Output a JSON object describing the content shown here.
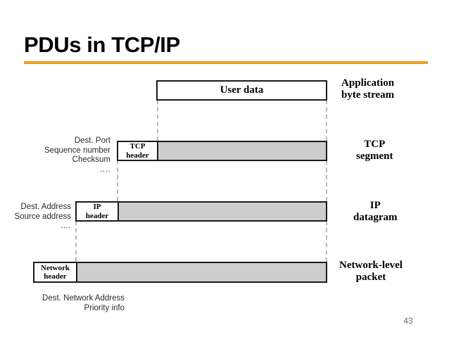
{
  "slide": {
    "title": "PDUs in TCP/IP",
    "page_number": "43",
    "accent_color": "#eda024",
    "payload_fill_color": "#cdcdcd",
    "border_color": "#1b1b1b",
    "connector_color": "#b8b8b8"
  },
  "diagram": {
    "rows": [
      {
        "id": "application",
        "header": null,
        "body_label": "User data",
        "body_fill": "white",
        "stage_label_line1": "Application",
        "stage_label_line2": "byte stream"
      },
      {
        "id": "tcp",
        "header_line1": "TCP",
        "header_line2": "header",
        "body_label": "",
        "body_fill": "gray",
        "stage_label_line1": "TCP",
        "stage_label_line2": "segment"
      },
      {
        "id": "ip",
        "header_line1": "IP",
        "header_line2": "header",
        "body_label": "",
        "body_fill": "gray",
        "stage_label_line1": "IP",
        "stage_label_line2": "datagram"
      },
      {
        "id": "network",
        "header_line1": "Network",
        "header_line2": "header",
        "body_label": "",
        "body_fill": "gray",
        "stage_label_line1": "Network-level",
        "stage_label_line2": "packet"
      }
    ],
    "annotations": {
      "tcp_header_fields": [
        "Dest. Port",
        "Sequence number",
        "Checksum",
        "...."
      ],
      "ip_header_fields": [
        "Dest. Address",
        "Source address",
        "...."
      ],
      "network_header_fields": [
        "Dest. Network Address",
        "Priority info"
      ]
    }
  }
}
